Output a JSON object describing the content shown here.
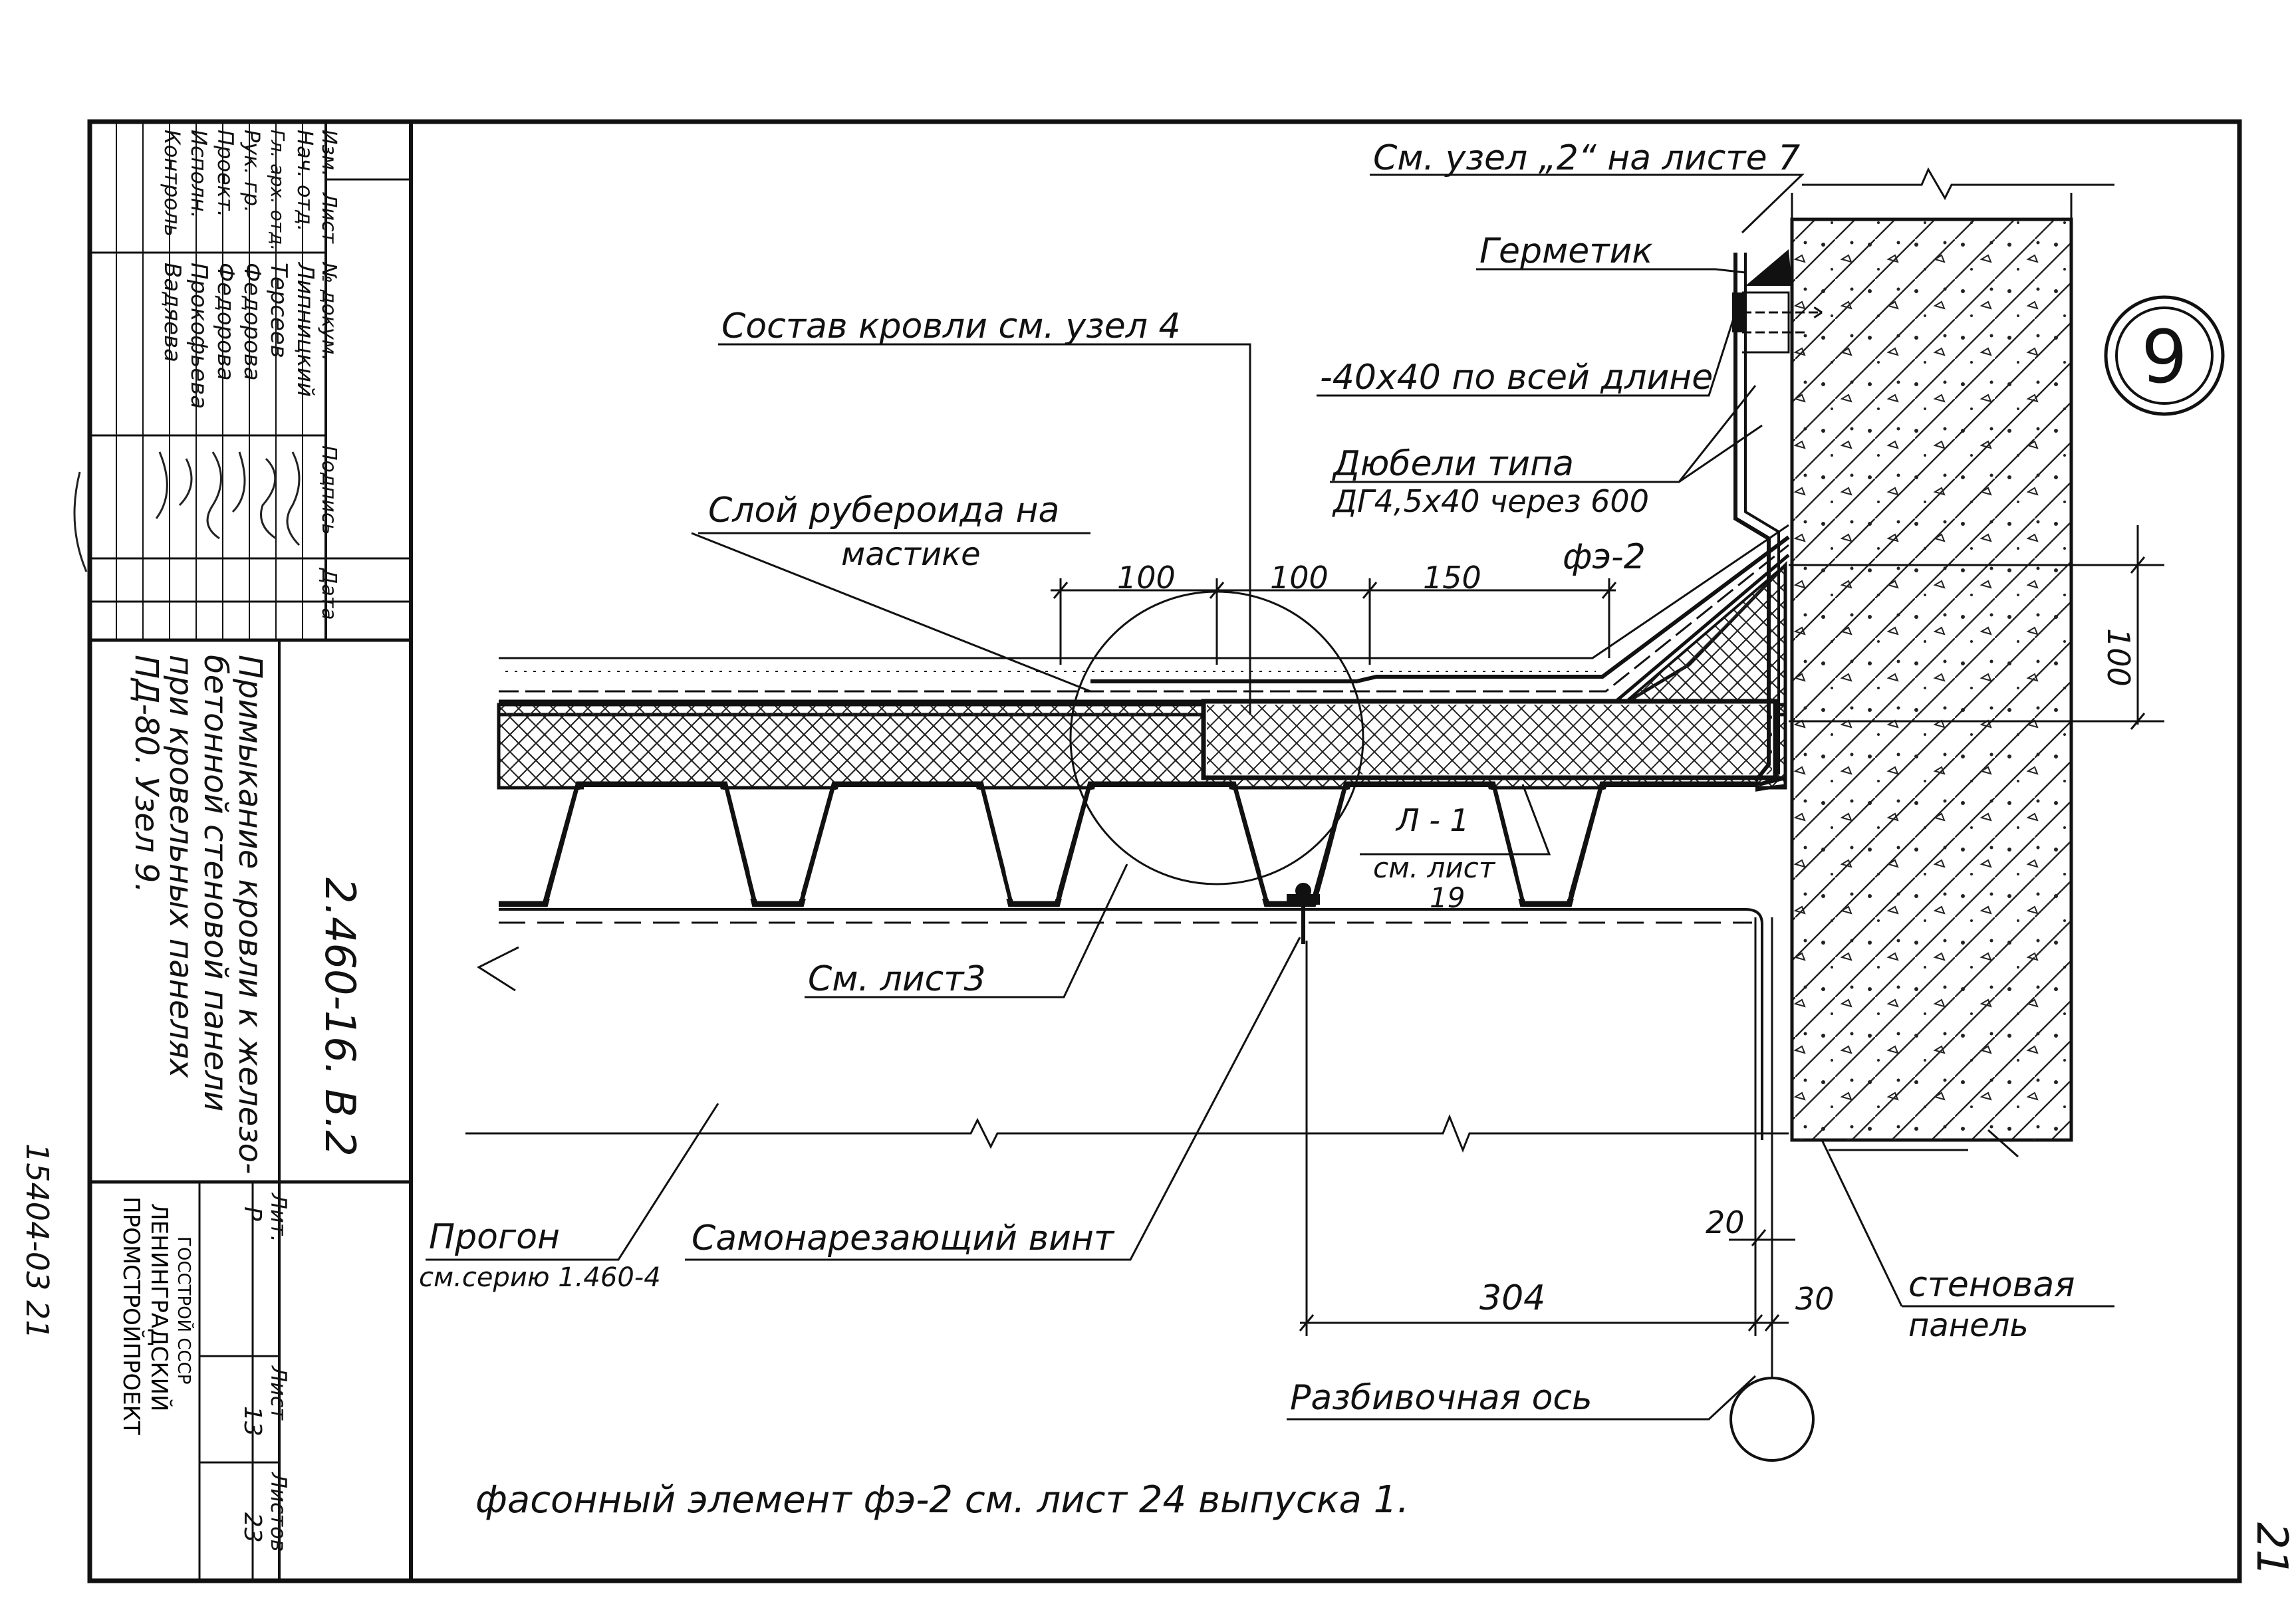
{
  "drawing": {
    "node_number": "9",
    "page_number": "21",
    "side_number": "15404-03    21",
    "code": "2.460-16. В.2",
    "title": "Примыкание кровли к железо-бетонной стеновой панели при кровельных панелях ПД-80. Узел 9.",
    "title_lines": [
      "Примыкание кровли к железо-",
      "бетонной стеновой панели",
      "при кровельных панелях",
      "ПД-80. Узел 9."
    ],
    "org_lines": [
      "ГОССТРОЙ СССР",
      "ЛЕНИНГРАДСКИЙ",
      "ПРОМСТРОЙПРОЕКТ"
    ],
    "footnote": "фасонный элемент фэ-2 см. лист 24 выпуска 1."
  },
  "title_block": {
    "headers": [
      "Изм.",
      "Лист",
      "№ докум.",
      "Подпись",
      "Дата"
    ],
    "rows": [
      {
        "role": "Нач. отд.",
        "name": "Липницкий"
      },
      {
        "role": "Гл. арх. отд.",
        "name": "Терсеев"
      },
      {
        "role": "Рук. гр.",
        "name": "Федорова"
      },
      {
        "role": "Проект.",
        "name": "Федорова"
      },
      {
        "role": "Исполн.",
        "name": "Прокофьева"
      },
      {
        "role": "Контроль",
        "name": "Вадяева"
      }
    ],
    "stage_label": "Лит.",
    "sheet_label": "Лист",
    "sheets_label": "Листов",
    "stage": "Р",
    "sheet": "13",
    "sheets": "23"
  },
  "annotations": {
    "ref_node2": "См. узел „2“ на листе 7",
    "sealant": "Герметик",
    "roof_comp": "Состав кровли см. узел 4",
    "angle": "-40х40 по всей длине",
    "dowels_1": "Дюбели типа",
    "dowels_2": "ДГ4,5х40 через 600",
    "fe2": "фэ-2",
    "ruberoid_1": "Слой рубероида на",
    "ruberoid_2": "мастике",
    "l1_1": "Л - 1",
    "l1_2": "см. лист",
    "l1_3": "19",
    "sheet3": "См. лист3",
    "purlin_1": "Прогон",
    "purlin_2": "см.серию 1.460-4",
    "screw": "Самонарезающий винт",
    "wall_1": "стеновая",
    "wall_2": "панель",
    "axis": "Разбивочная ось"
  },
  "dimensions": {
    "d100a": "100",
    "d100b": "100",
    "d150": "150",
    "d100v": "100",
    "d20": "20",
    "d304": "304",
    "d30": "30"
  }
}
